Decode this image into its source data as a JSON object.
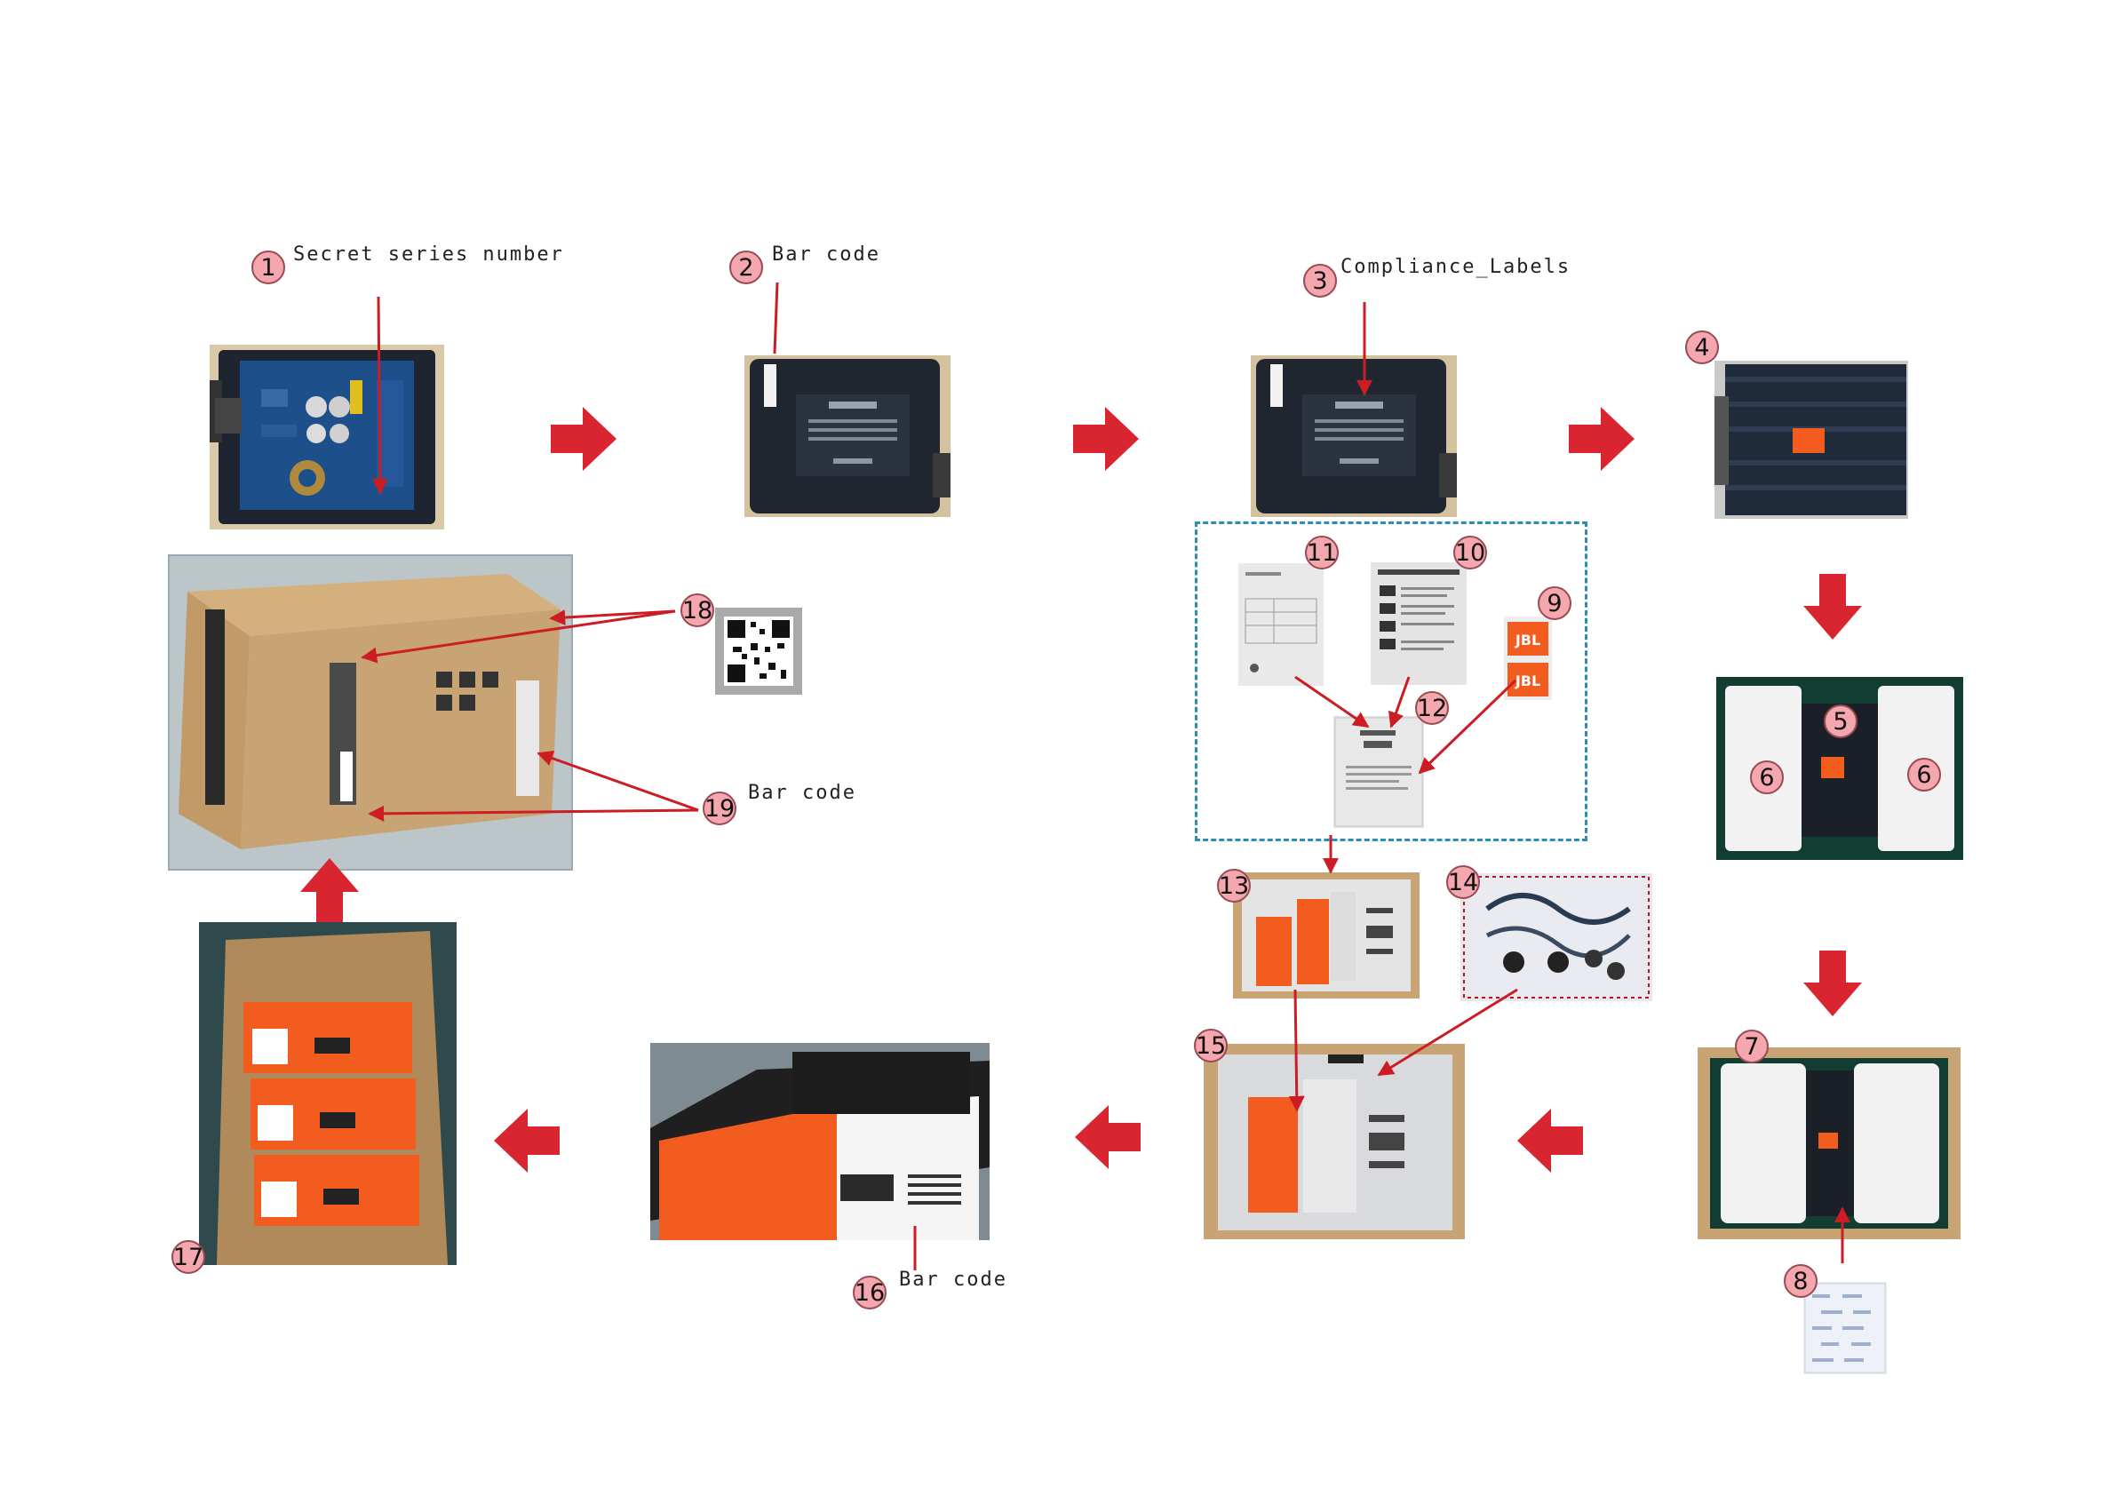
{
  "colors": {
    "badge_fill": "#f4a7ae",
    "badge_border": "#9a4a52",
    "flow_arrow": "#d9252f",
    "pointer_line": "#cc1d25",
    "dashed_frame": "#2a8fb5",
    "amplifier": "#1f2a3a",
    "jbl_orange": "#f25c1f",
    "cardboard": "#c8a474",
    "foam": "#f2f2f2",
    "pallet_green": "#123d33"
  },
  "steps": [
    {
      "num": "1",
      "label": "Secret series number",
      "image": "amplifier-open-pcb-photo"
    },
    {
      "num": "2",
      "label": "Bar code",
      "image": "amplifier-bottom-photo"
    },
    {
      "num": "3",
      "label": "Compliance_Labels",
      "image": "amplifier-bottom-label-photo"
    },
    {
      "num": "4",
      "label": "",
      "image": "amplifier-top-photo"
    },
    {
      "num": "5",
      "label": "",
      "image": "amplifier-in-foam-photo"
    },
    {
      "num": "6",
      "label": "",
      "image": "foam-end-caps"
    },
    {
      "num": "7",
      "label": "",
      "image": "amplifier-in-box-photo"
    },
    {
      "num": "8",
      "label": "",
      "image": "desiccant-bag-photo"
    },
    {
      "num": "9",
      "label": "",
      "image": "jbl-stickers-photo"
    },
    {
      "num": "10",
      "label": "",
      "image": "quick-start-guide-photo"
    },
    {
      "num": "11",
      "label": "",
      "image": "warranty-card-photo"
    },
    {
      "num": "12",
      "label": "",
      "image": "document-bag-photo"
    },
    {
      "num": "13",
      "label": "",
      "image": "bagged-documents-photo"
    },
    {
      "num": "14",
      "label": "",
      "image": "bagged-cables-photo"
    },
    {
      "num": "15",
      "label": "",
      "image": "accessories-in-box-photo"
    },
    {
      "num": "16",
      "label": "Bar code",
      "image": "retail-box-photo"
    },
    {
      "num": "17",
      "label": "",
      "image": "master-carton-open-photo"
    },
    {
      "num": "18",
      "label": "",
      "image": "qr-code-photo"
    },
    {
      "num": "19",
      "label": "Bar code",
      "image": "master-carton-closed-photo"
    }
  ]
}
